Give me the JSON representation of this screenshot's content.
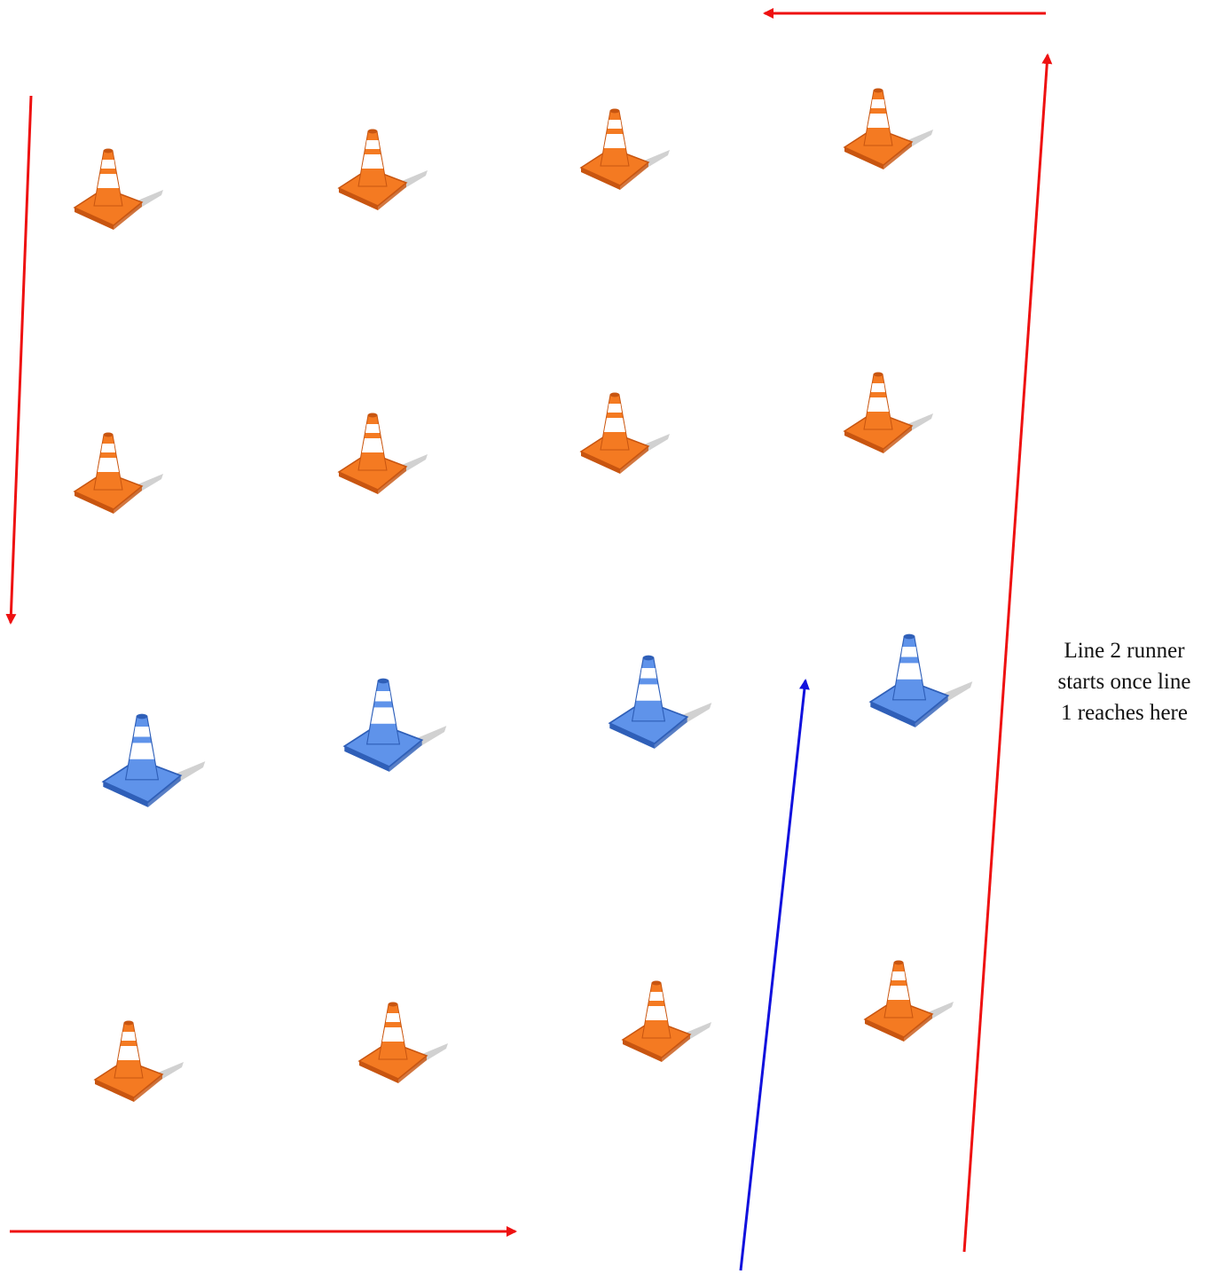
{
  "note": {
    "text": "Line 2 runner\nstarts once line\n1 reaches here"
  },
  "colors": {
    "route": "#ee1111",
    "line2_route": "#1111dd",
    "cone_orange": "#f47a22",
    "cone_orange_dark": "#c85510",
    "cone_blue": "#5f93ea",
    "cone_blue_dark": "#2f5fb8",
    "cone_stripe": "#ffffff",
    "shadow": "#c9c9c9"
  },
  "cones": {
    "orange_count": 12,
    "blue_count": 4
  },
  "arrows": {
    "red_count": 4,
    "blue_count": 1
  }
}
